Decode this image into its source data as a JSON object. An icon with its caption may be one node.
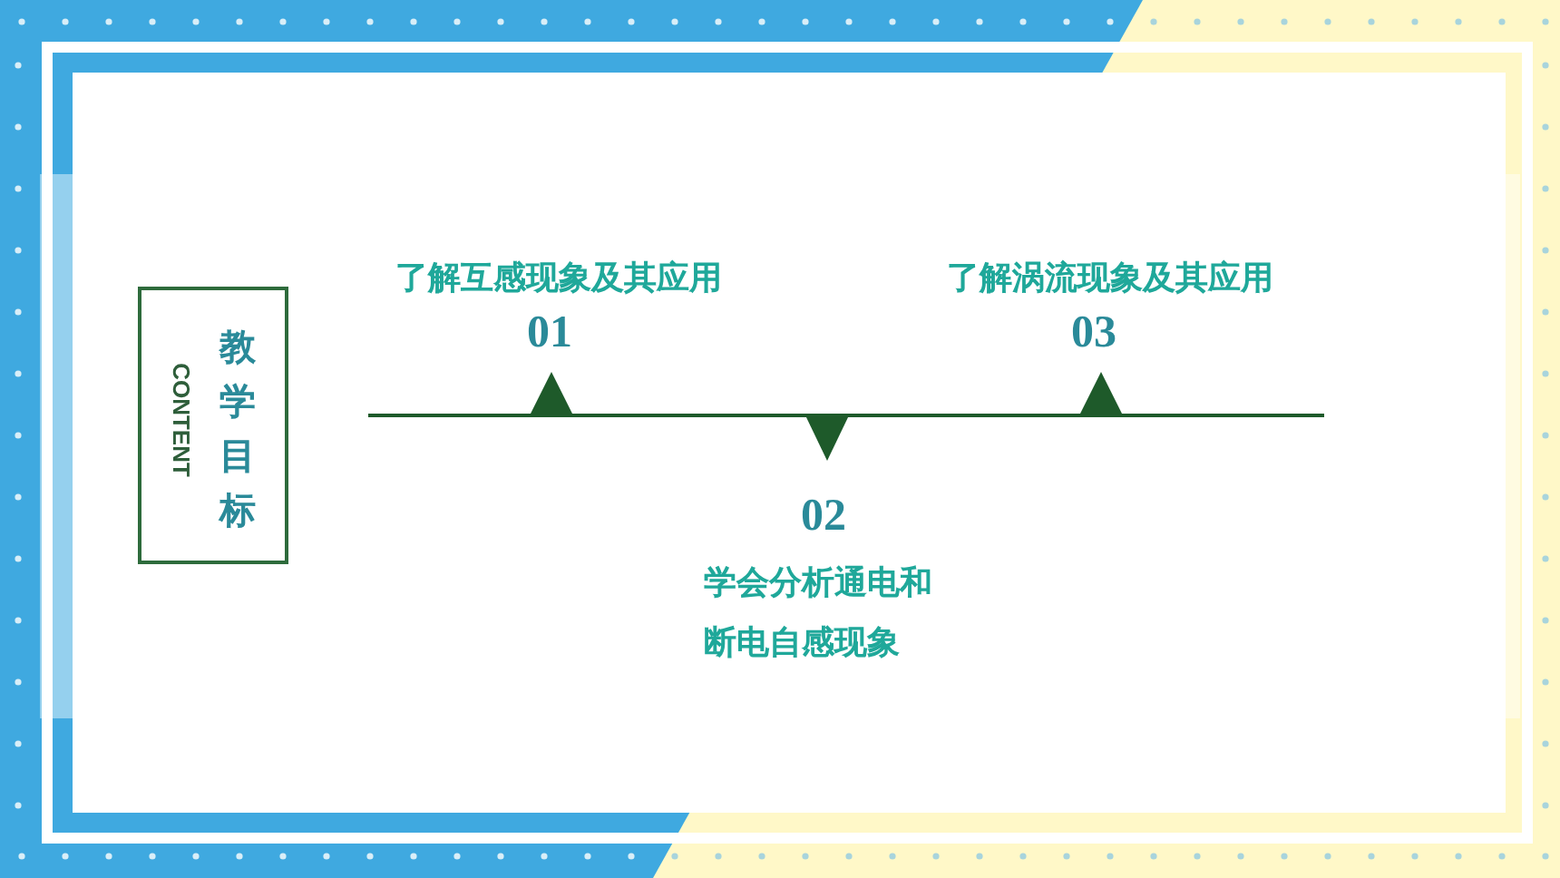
{
  "diagram": {
    "nodes": [
      {
        "text": [
          "教学目标",
          "CONTENT"
        ]
      }
    ],
    "labels": [
      "了解互感现象及其应用",
      "了解涡流现象及其应用",
      "01",
      "03",
      "02",
      "学会分析通电和断电自感现象"
    ]
  }
}
